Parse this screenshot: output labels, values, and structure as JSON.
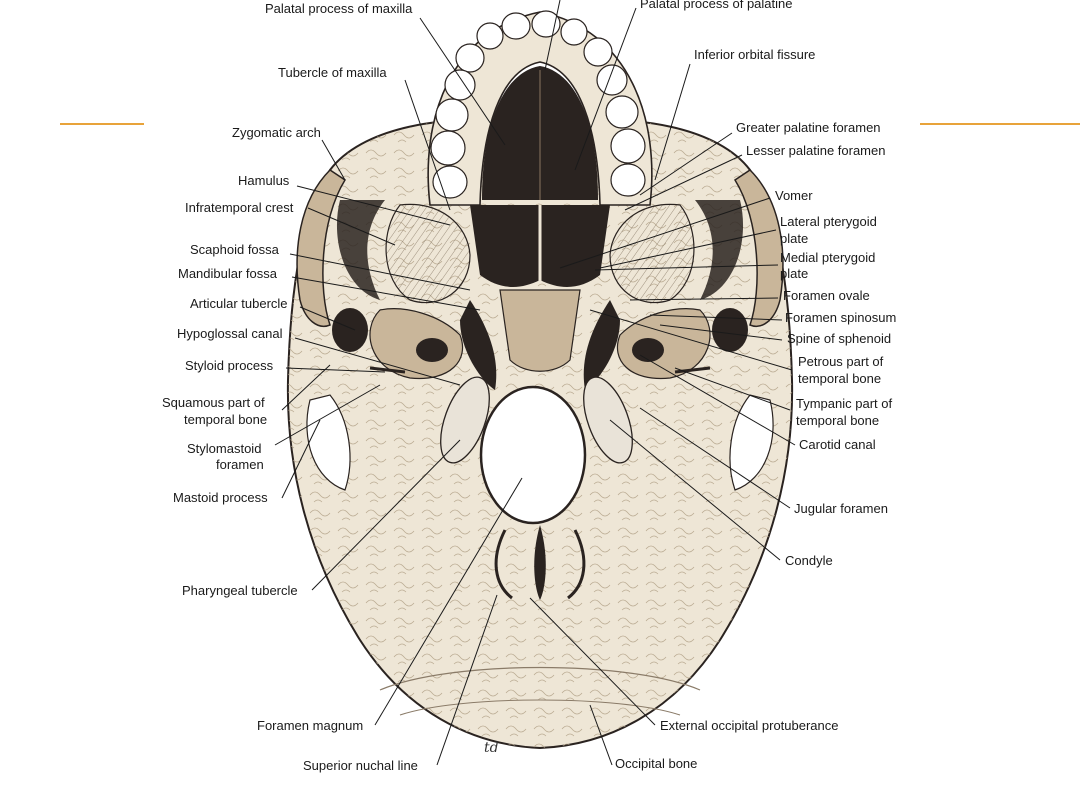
{
  "colors": {
    "accent_rule": "#e8a33a",
    "bone": "#eee6d6",
    "bone_shade": "#c9b69a",
    "dark_cavity": "#2a2320",
    "leader": "#1a1a1a"
  },
  "signature": "td",
  "labels": {
    "palatal_process_maxilla": "Palatal process of maxilla",
    "palatal_process_palatine": "Palatal process of palatine",
    "tubercle_maxilla": "Tubercle of maxilla",
    "inferior_orbital_fissure": "Inferior orbital fissure",
    "zygomatic_arch": "Zygomatic arch",
    "greater_palatine_foramen": "Greater palatine foramen",
    "lesser_palatine_foramen": "Lesser palatine foramen",
    "hamulus": "Hamulus",
    "vomer": "Vomer",
    "infratemporal_crest": "Infratemporal crest",
    "lateral_pterygoid_plate_1": "Lateral pterygoid",
    "lateral_pterygoid_plate_2": "plate",
    "scaphoid_fossa": "Scaphoid fossa",
    "medial_pterygoid_plate_1": "Medial pterygoid",
    "medial_pterygoid_plate_2": "plate",
    "mandibular_fossa": "Mandibular fossa",
    "foramen_ovale": "Foramen ovale",
    "articular_tubercle": "Articular tubercle",
    "foramen_spinosum": "Foramen spinosum",
    "hypoglossal_canal": "Hypoglossal canal",
    "spine_of_sphenoid": "Spine of sphenoid",
    "styloid_process": "Styloid process",
    "petrous_part_1": "Petrous part of",
    "petrous_part_2": "temporal bone",
    "squamous_part_1": "Squamous part of",
    "squamous_part_2": "temporal bone",
    "tympanic_part_1": "Tympanic part of",
    "tympanic_part_2": "temporal bone",
    "stylomastoid_1": "Stylomastoid",
    "stylomastoid_2": "foramen",
    "carotid_canal": "Carotid canal",
    "mastoid_process": "Mastoid process",
    "jugular_foramen": "Jugular foramen",
    "condyle": "Condyle",
    "pharyngeal_tubercle": "Pharyngeal tubercle",
    "foramen_magnum": "Foramen magnum",
    "external_occipital_protuberance": "External occipital protuberance",
    "superior_nuchal_line": "Superior nuchal line",
    "occipital_bone": "Occipital bone"
  }
}
